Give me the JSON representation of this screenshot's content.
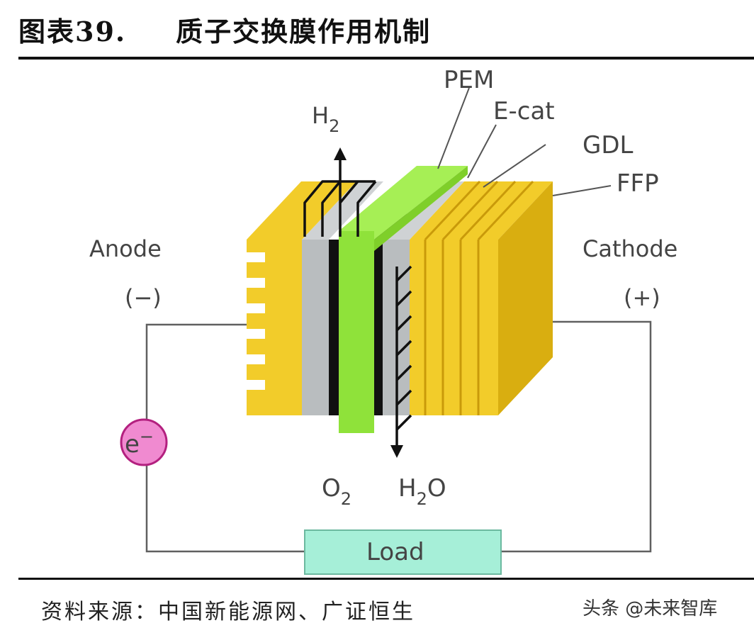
{
  "header": {
    "figure_number": "图表39.",
    "title": "质子交换膜作用机制"
  },
  "diagram": {
    "labels": {
      "pem": "PEM",
      "ecat": "E-cat",
      "gdl": "GDL",
      "ffp": "FFP",
      "anode": "Anode",
      "anode_sign": "(−)",
      "cathode": "Cathode",
      "cathode_sign": "(+)",
      "h2": "H",
      "h2_sub": "2",
      "o2": "O",
      "o2_sub": "2",
      "h2o_h": "H",
      "h2o_sub": "2",
      "h2o_o": "O",
      "electron": "e",
      "electron_sup": "−",
      "load": "Load"
    },
    "colors": {
      "plate_yellow": "#f2cc2a",
      "plate_dark": "#d9ae10",
      "gdl_gray": "#b9bdbf",
      "pem_green": "#8fe23a",
      "ecat_black": "#111111",
      "load_fill": "#a6efd8",
      "electron_fill": "#f08ad0",
      "electron_border": "#b3207f",
      "wire": "#606060"
    }
  },
  "footer": {
    "source": "资料来源：中国新能源网、广证恒生",
    "watermark": "头条 @未来智库"
  }
}
